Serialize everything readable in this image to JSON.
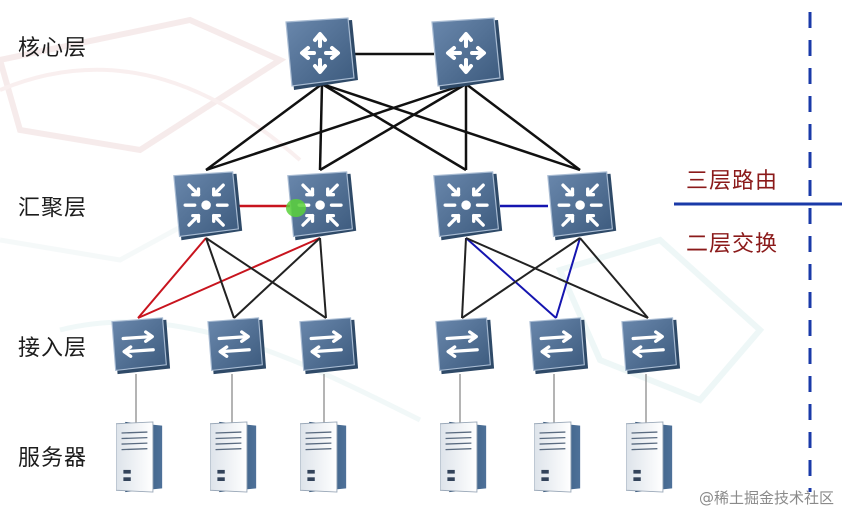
{
  "layers": {
    "core": "核心层",
    "aggregation": "汇聚层",
    "access": "接入层",
    "server": "服务器"
  },
  "zones": {
    "layer3": "三层路由",
    "layer2": "二层交换"
  },
  "watermark": "@稀土掘金技术社区",
  "colors": {
    "device_face": "#47668a",
    "device_side": "#2f4a68",
    "red_link": "#c8141e",
    "blue_link": "#1515b0",
    "black_link": "#111111",
    "divider": "#1a3aa8",
    "highlight": "#59d13a"
  }
}
